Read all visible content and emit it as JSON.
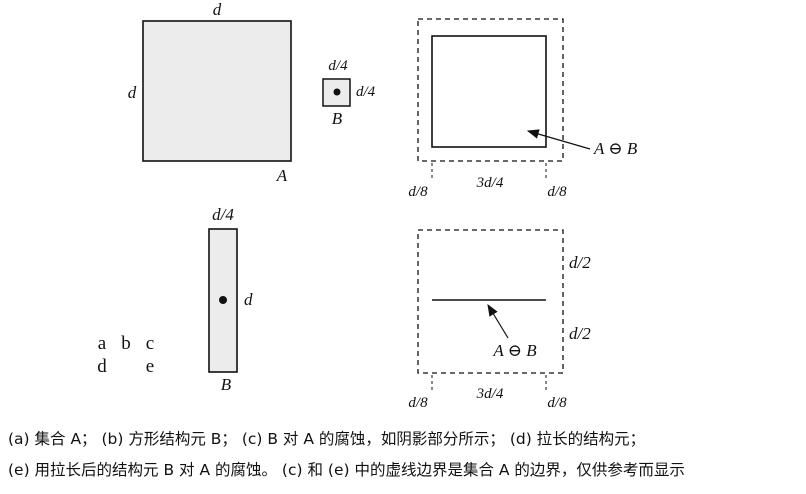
{
  "colors": {
    "ink": "#111111",
    "fill": "#ececec",
    "background": "#ffffff"
  },
  "panel_a": {
    "top_label": "d",
    "side_label": "d",
    "set_label": "A"
  },
  "panel_b": {
    "top_label": "d/4",
    "side_label": "d/4",
    "element_label": "B"
  },
  "panel_c": {
    "result_label": "A ⊖ B",
    "dim_left": "d/8",
    "dim_mid": "3d/4",
    "dim_right": "d/8"
  },
  "panel_d": {
    "top_label": "d/4",
    "side_label": "d",
    "element_label": "B"
  },
  "panel_e": {
    "dim_top": "d/2",
    "dim_bottom": "d/2",
    "result_label": "A ⊖ B",
    "dim_left": "d/8",
    "dim_mid": "3d/4",
    "dim_right": "d/8"
  },
  "panel_letters": {
    "a": "a",
    "b": "b",
    "c": "c",
    "d": "d",
    "e": "e"
  },
  "caption": {
    "line1": "(a) 集合 A； (b) 方形结构元 B； (c) B 对 A 的腐蚀，如阴影部分所示； (d) 拉长的结构元；",
    "line2": "(e) 用拉长后的结构元 B 对 A 的腐蚀。 (c) 和 (e) 中的虚线边界是集合 A 的边界，仅供参考而显示"
  }
}
